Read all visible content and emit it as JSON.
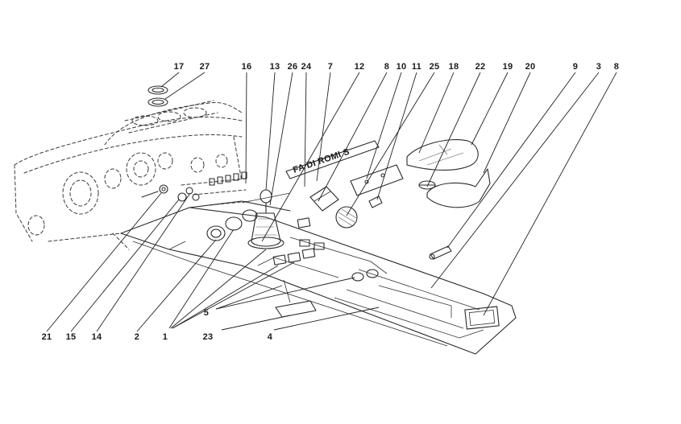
{
  "diagram": {
    "top_callouts": [
      "17",
      "27",
      "16",
      "13",
      "26",
      "24",
      "7",
      "12",
      "8",
      "10",
      "11",
      "25",
      "18",
      "22",
      "19",
      "20",
      "9",
      "3",
      "8"
    ],
    "bottom_callouts": [
      "21",
      "15",
      "14",
      "2",
      "1",
      "23",
      "4"
    ],
    "middle_callouts": [
      "5"
    ],
    "console_lettering": "FA DI ROMI S"
  }
}
